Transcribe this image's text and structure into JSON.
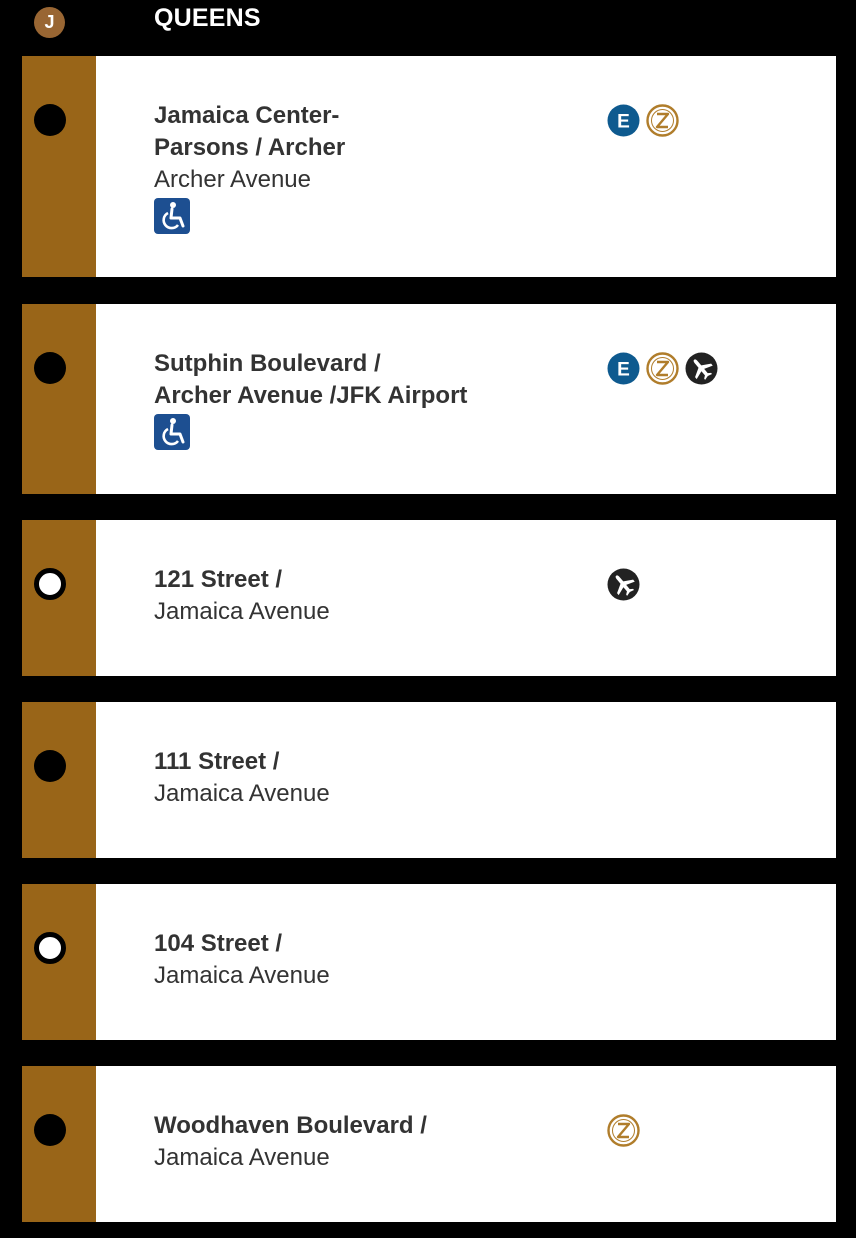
{
  "header": {
    "route_letter": "J",
    "borough": "QUEENS"
  },
  "colors": {
    "line": "#996518",
    "route_badge": "#996633",
    "e_train": "#0e5a8f",
    "z_train": "#b07d2b",
    "airport": "#222222",
    "ada": "#1d4f91"
  },
  "stations": [
    {
      "name": "Jamaica Center-\nParsons / Archer",
      "street": "Archer Avenue",
      "stop_type": "express",
      "accessible": true,
      "connections": [
        {
          "type": "route",
          "letter": "E",
          "icon": "e-train-icon"
        },
        {
          "type": "route",
          "letter": "Z",
          "icon": "z-train-icon"
        }
      ]
    },
    {
      "name": "Sutphin Boulevard /\nArcher Avenue /JFK Airport",
      "street": "",
      "stop_type": "express",
      "accessible": true,
      "connections": [
        {
          "type": "route",
          "letter": "E",
          "icon": "e-train-icon"
        },
        {
          "type": "route",
          "letter": "Z",
          "icon": "z-train-icon"
        },
        {
          "type": "airport",
          "icon": "airplane-icon"
        }
      ]
    },
    {
      "name": "121 Street /",
      "street": "Jamaica Avenue",
      "stop_type": "local",
      "accessible": false,
      "connections": [
        {
          "type": "airport",
          "icon": "airplane-icon"
        }
      ]
    },
    {
      "name": "111 Street /",
      "street": "Jamaica Avenue",
      "stop_type": "express",
      "accessible": false,
      "connections": []
    },
    {
      "name": "104 Street /",
      "street": "Jamaica Avenue",
      "stop_type": "local",
      "accessible": false,
      "connections": []
    },
    {
      "name": "Woodhaven Boulevard /",
      "street": "Jamaica Avenue",
      "stop_type": "express",
      "accessible": false,
      "connections": [
        {
          "type": "route",
          "letter": "Z",
          "icon": "z-train-icon"
        }
      ]
    }
  ]
}
